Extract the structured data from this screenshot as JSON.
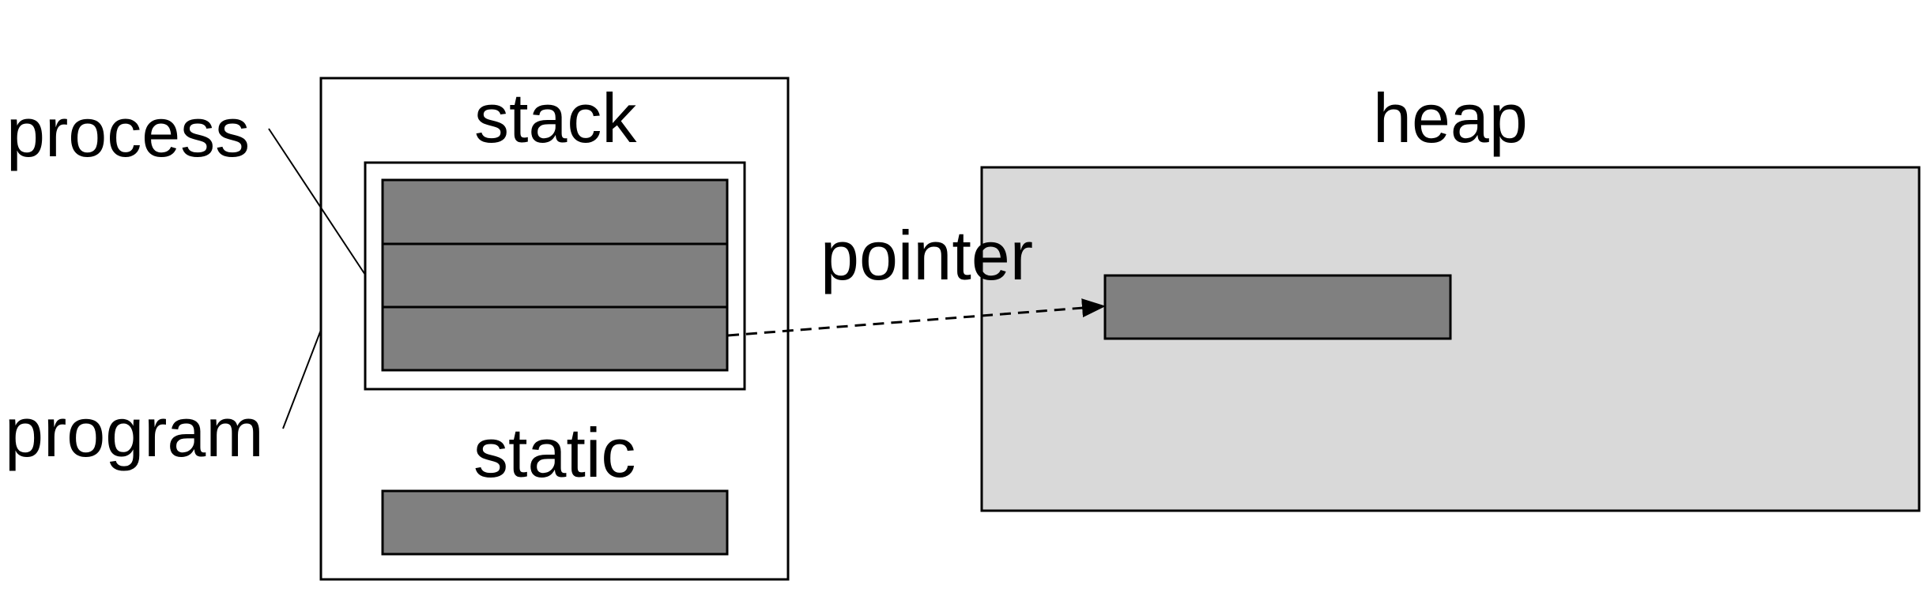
{
  "labels": {
    "process": "process",
    "program": "program",
    "stack": "stack",
    "static": "static",
    "heap": "heap",
    "pointer": "pointer"
  },
  "colors": {
    "background": "#ffffff",
    "stroke": "#000000",
    "block_fill": "#808080",
    "heap_fill": "#d9d9d9"
  }
}
